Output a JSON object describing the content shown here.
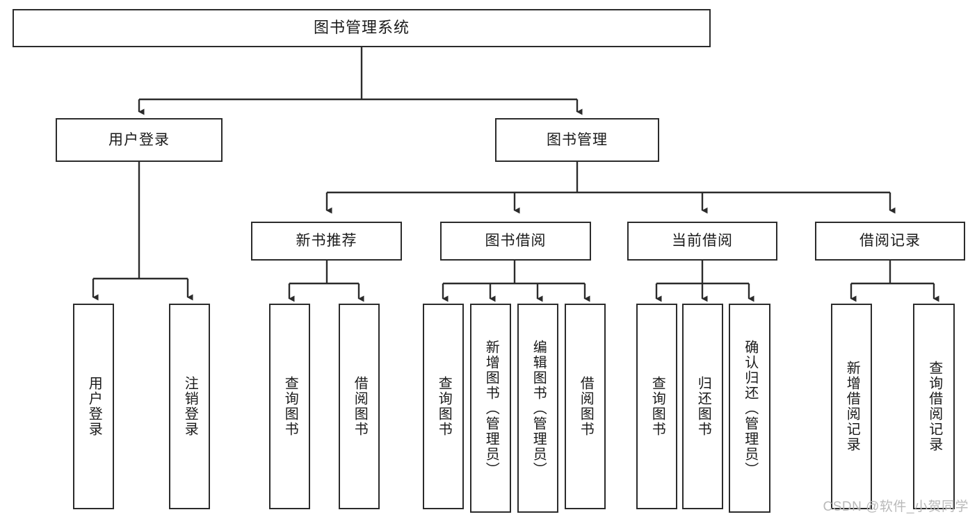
{
  "diagram": {
    "title": "图书管理系统",
    "type": "tree-hierarchy",
    "watermark": "CSDN @软件_小贺同学",
    "colors": {
      "stroke": "#2b2b2b",
      "fill": "#ffffff",
      "text": "#1a1a1a",
      "watermark": "#b9b9b9"
    }
  },
  "nodes": {
    "root": {
      "label": "图书管理系统"
    },
    "level2": [
      {
        "label": "用户登录"
      },
      {
        "label": "图书管理"
      }
    ],
    "level3": [
      {
        "label": "新书推荐"
      },
      {
        "label": "图书借阅"
      },
      {
        "label": "当前借阅"
      },
      {
        "label": "借阅记录"
      }
    ],
    "leaves": {
      "user_login": [
        {
          "label": "用户登录"
        },
        {
          "label": "注销登录"
        }
      ],
      "new_book_recommend": [
        {
          "label": "查询图书"
        },
        {
          "label": "借阅图书"
        }
      ],
      "book_borrow": [
        {
          "label": "查询图书"
        },
        {
          "label": "新增图书（管理员）"
        },
        {
          "label": "编辑图书（管理员）"
        },
        {
          "label": "借阅图书"
        }
      ],
      "current_borrow": [
        {
          "label": "查询图书"
        },
        {
          "label": "归还图书"
        },
        {
          "label": "确认归还（管理员）"
        }
      ],
      "borrow_record": [
        {
          "label": "新增借阅记录"
        },
        {
          "label": "查询借阅记录"
        }
      ]
    }
  }
}
